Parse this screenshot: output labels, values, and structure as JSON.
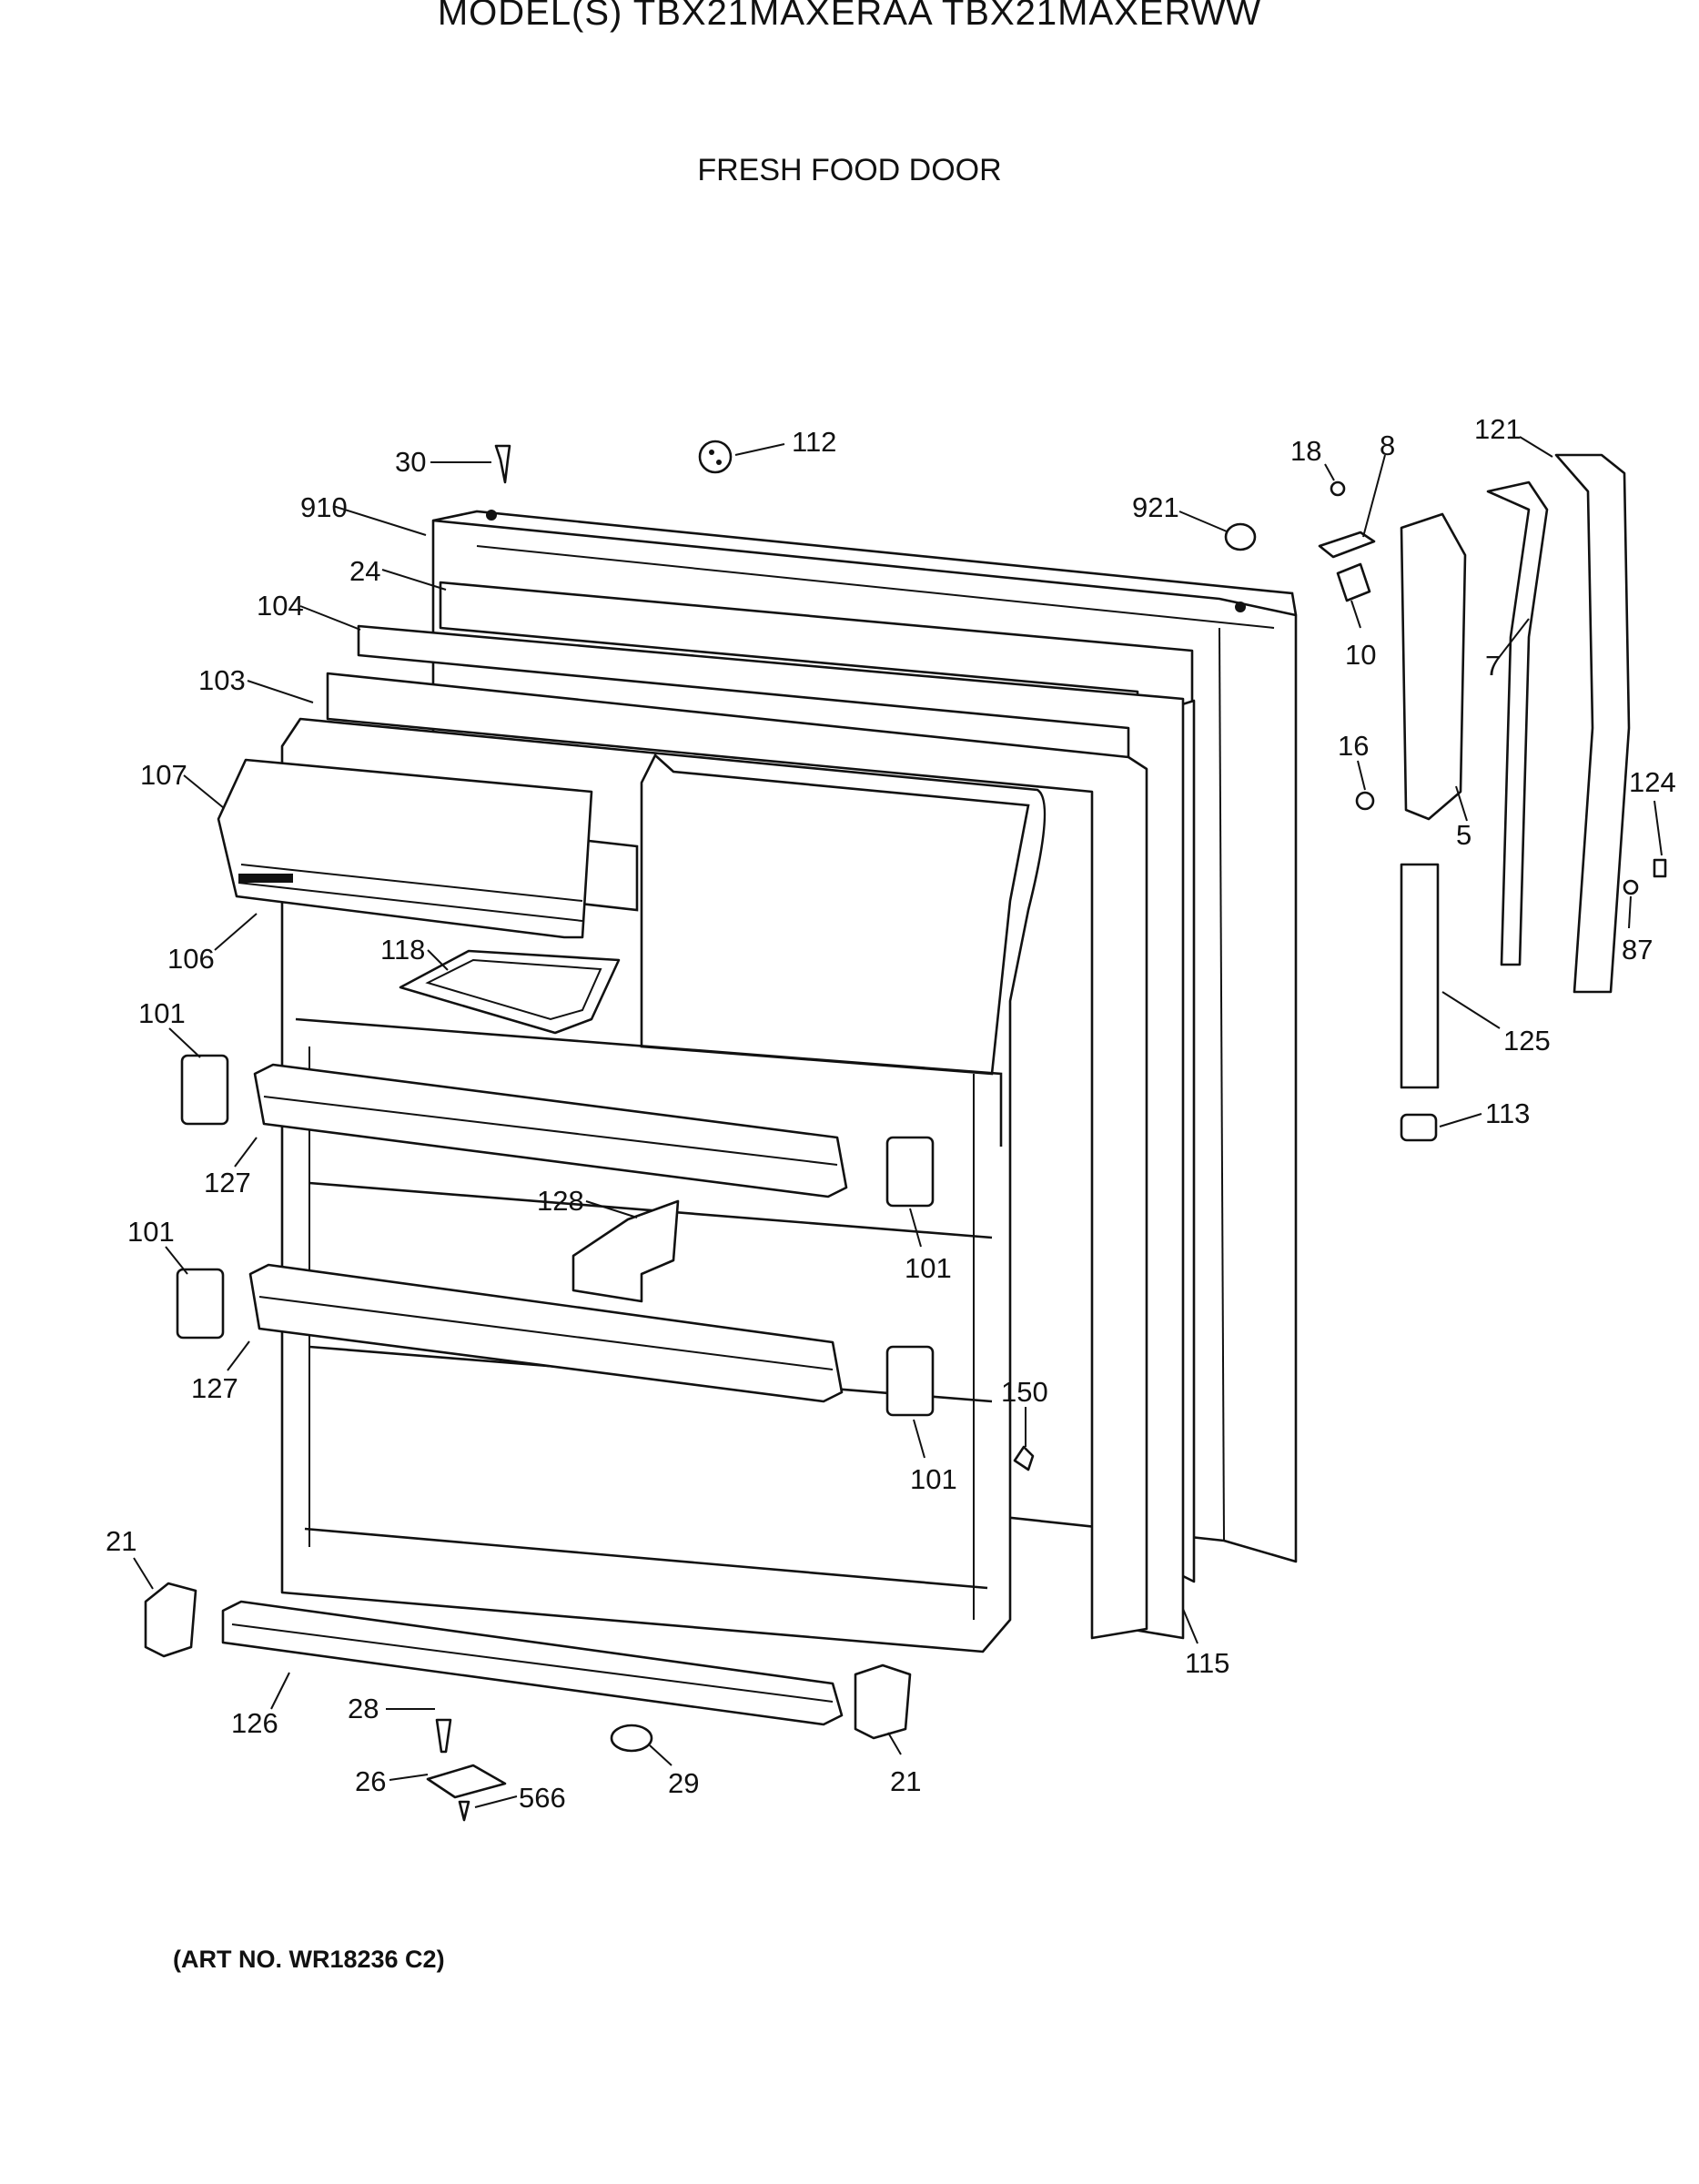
{
  "header": {
    "title": "MODEL(S) TBX21MAXERAA  TBX21MAXERWW",
    "subtitle": "FRESH FOOD DOOR"
  },
  "footer": {
    "art_no": "(ART NO. WR18236 C2)"
  },
  "callouts": [
    {
      "id": "c30",
      "text": "30"
    },
    {
      "id": "c112",
      "text": "112"
    },
    {
      "id": "c910",
      "text": "910"
    },
    {
      "id": "c24",
      "text": "24"
    },
    {
      "id": "c104",
      "text": "104"
    },
    {
      "id": "c103",
      "text": "103"
    },
    {
      "id": "c107",
      "text": "107"
    },
    {
      "id": "c106",
      "text": "106"
    },
    {
      "id": "c118",
      "text": "118"
    },
    {
      "id": "c101a",
      "text": "101"
    },
    {
      "id": "c127a",
      "text": "127"
    },
    {
      "id": "c128",
      "text": "128"
    },
    {
      "id": "c101b",
      "text": "101"
    },
    {
      "id": "c101c",
      "text": "101"
    },
    {
      "id": "c127b",
      "text": "127"
    },
    {
      "id": "c101d",
      "text": "101"
    },
    {
      "id": "c150",
      "text": "150"
    },
    {
      "id": "c21a",
      "text": "21"
    },
    {
      "id": "c126",
      "text": "126"
    },
    {
      "id": "c28",
      "text": "28"
    },
    {
      "id": "c26",
      "text": "26"
    },
    {
      "id": "c566",
      "text": "566"
    },
    {
      "id": "c29",
      "text": "29"
    },
    {
      "id": "c21b",
      "text": "21"
    },
    {
      "id": "c115",
      "text": "115"
    },
    {
      "id": "c921",
      "text": "921"
    },
    {
      "id": "c18",
      "text": "18"
    },
    {
      "id": "c8",
      "text": "8"
    },
    {
      "id": "c10",
      "text": "10"
    },
    {
      "id": "c16",
      "text": "16"
    },
    {
      "id": "c5",
      "text": "5"
    },
    {
      "id": "c121",
      "text": "121"
    },
    {
      "id": "c7",
      "text": "7"
    },
    {
      "id": "c124",
      "text": "124"
    },
    {
      "id": "c87",
      "text": "87"
    },
    {
      "id": "c125",
      "text": "125"
    },
    {
      "id": "c113",
      "text": "113"
    }
  ]
}
